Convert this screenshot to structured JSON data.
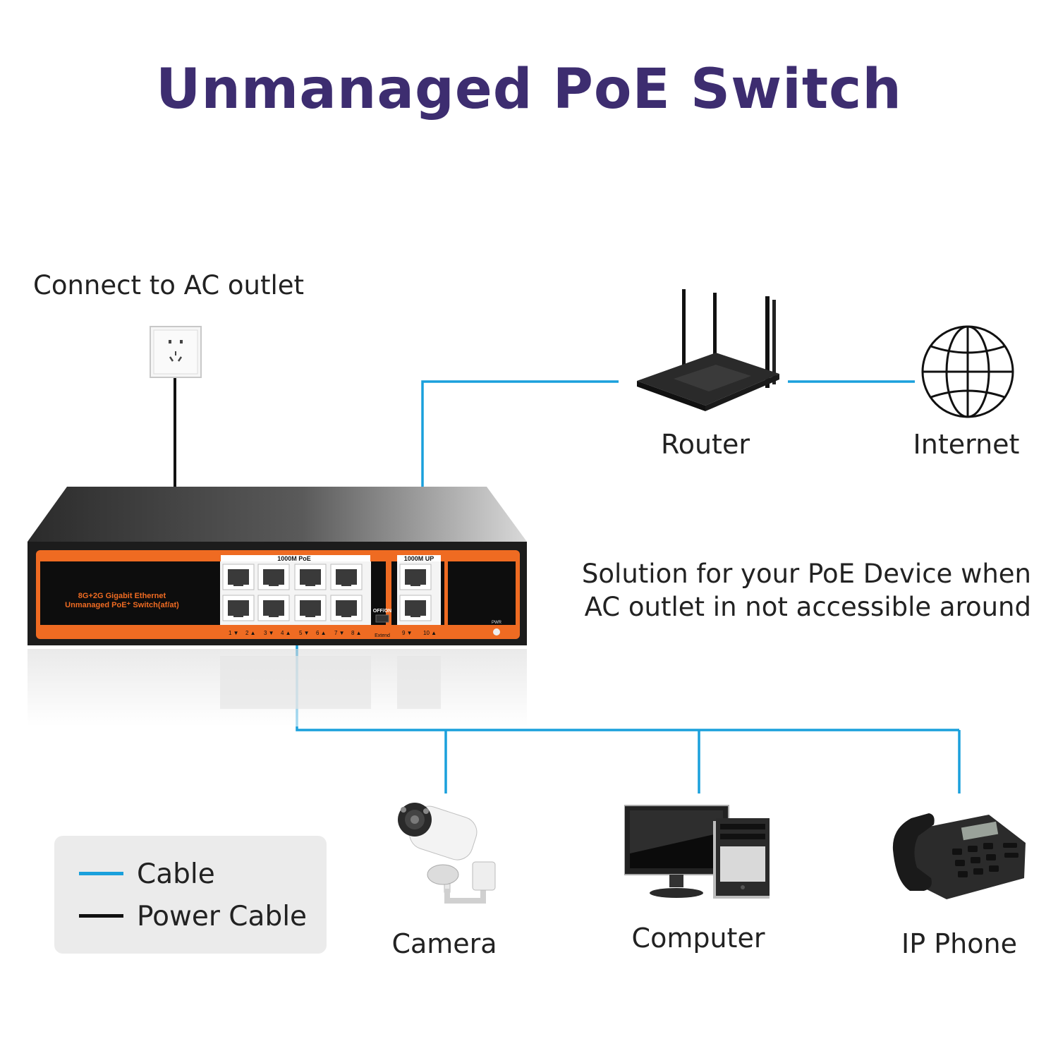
{
  "title": "Unmanaged PoE Switch",
  "labels": {
    "ac_outlet": "Connect to AC outlet",
    "router": "Router",
    "internet": "Internet",
    "camera": "Camera",
    "computer": "Computer",
    "ip_phone": "IP Phone"
  },
  "solution": {
    "line1": "Solution for your PoE Device when",
    "line2": "AC outlet in not accessible around"
  },
  "switch": {
    "model_line1": "8G+2G Gigabit Ethernet",
    "model_line2": "Unmanaged PoE⁺ Switch(af/at)",
    "poe_group": "1000M PoE",
    "uplink_group": "1000M UP",
    "offon": "OFF/ON",
    "extend": "Extend",
    "pwr": "PWR",
    "port_numbers": [
      "1",
      "2",
      "3",
      "4",
      "5",
      "6",
      "7",
      "8",
      "9",
      "10"
    ]
  },
  "legend": {
    "cable": "Cable",
    "power_cable": "Power Cable"
  },
  "colors": {
    "title": "#3d2d70",
    "cable": "#1aa0dc",
    "power_cable": "#111111",
    "switch_orange": "#ef6b22",
    "switch_body": "#1c1c1c"
  }
}
